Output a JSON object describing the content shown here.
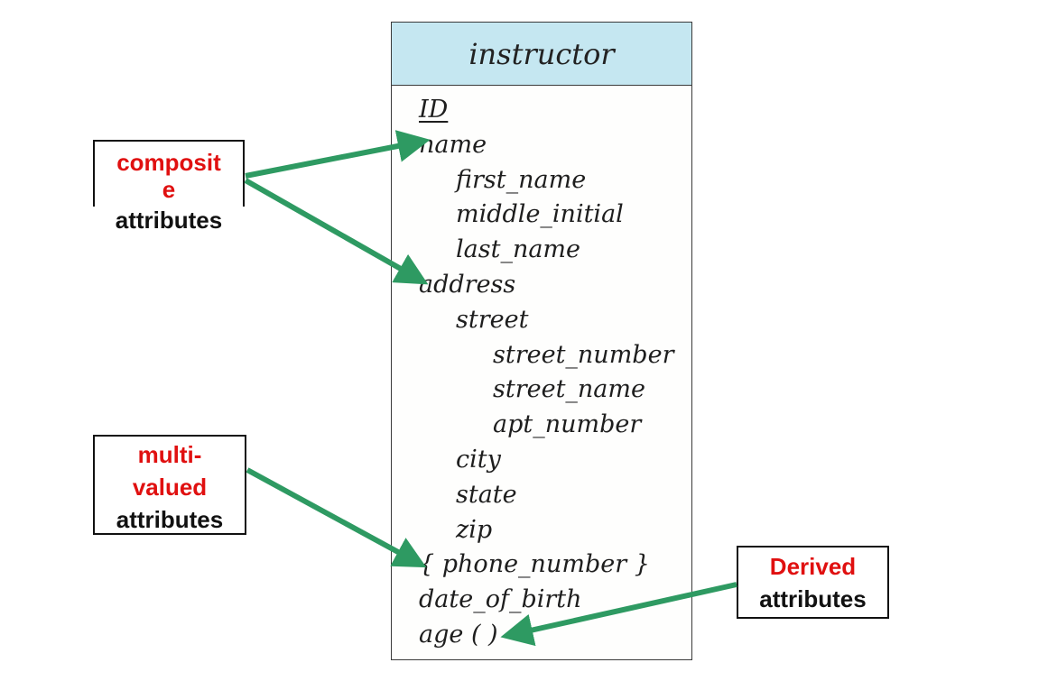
{
  "entity": {
    "name": "instructor",
    "attributes": [
      {
        "text": "ID",
        "level": 0,
        "key": true
      },
      {
        "text": "name",
        "level": 0
      },
      {
        "text": "first_name",
        "level": 1
      },
      {
        "text": "middle_initial",
        "level": 1
      },
      {
        "text": "last_name",
        "level": 1
      },
      {
        "text": "address",
        "level": 0
      },
      {
        "text": "street",
        "level": 1
      },
      {
        "text": "street_number",
        "level": 2
      },
      {
        "text": "street_name",
        "level": 2
      },
      {
        "text": "apt_number",
        "level": 2
      },
      {
        "text": "city",
        "level": 1
      },
      {
        "text": "state",
        "level": 1
      },
      {
        "text": "zip",
        "level": 1
      },
      {
        "text": "{ phone_number }",
        "level": 0
      },
      {
        "text": "date_of_birth",
        "level": 0
      },
      {
        "text": "age ( )",
        "level": 0
      }
    ]
  },
  "labels": {
    "composite": {
      "line1": "composit",
      "line2": "e",
      "line3": "attributes"
    },
    "multivalued": {
      "line1": "multi-",
      "line2": "valued",
      "line3": "attributes"
    },
    "derived": {
      "line1": "Derived",
      "line2": "attributes"
    }
  },
  "colors": {
    "arrow": "#2e9a62",
    "header": "#c5e7f1",
    "highlight": "#e01010"
  }
}
